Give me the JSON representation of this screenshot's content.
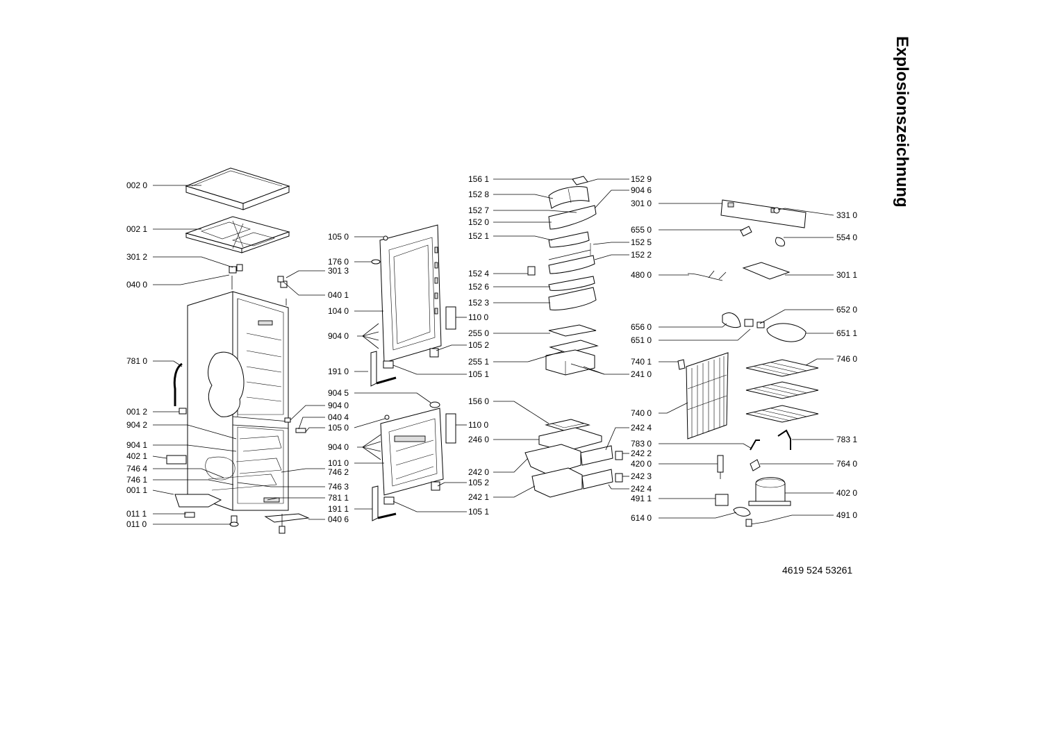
{
  "title": "Explosionszeichnung",
  "document_number": "4619 524 53261",
  "labels": [
    {
      "id": "lbl-002-0",
      "text": "002 0"
    },
    {
      "id": "lbl-002-1",
      "text": "002 1"
    },
    {
      "id": "lbl-301-2",
      "text": "301 2"
    },
    {
      "id": "lbl-040-0",
      "text": "040 0"
    },
    {
      "id": "lbl-781-0",
      "text": "781 0"
    },
    {
      "id": "lbl-001-2",
      "text": "001 2"
    },
    {
      "id": "lbl-904-2",
      "text": "904 2"
    },
    {
      "id": "lbl-904-1",
      "text": "904 1"
    },
    {
      "id": "lbl-402-1",
      "text": "402 1"
    },
    {
      "id": "lbl-746-4",
      "text": "746 4"
    },
    {
      "id": "lbl-746-1",
      "text": "746 1"
    },
    {
      "id": "lbl-001-1",
      "text": "001 1"
    },
    {
      "id": "lbl-011-1",
      "text": "011 1"
    },
    {
      "id": "lbl-011-0",
      "text": "011 0"
    },
    {
      "id": "lbl-301-3",
      "text": "301 3"
    },
    {
      "id": "lbl-040-1",
      "text": "040 1"
    },
    {
      "id": "lbl-904-0a",
      "text": "904 0"
    },
    {
      "id": "lbl-040-4",
      "text": "040 4"
    },
    {
      "id": "lbl-746-2",
      "text": "746 2"
    },
    {
      "id": "lbl-746-3",
      "text": "746 3"
    },
    {
      "id": "lbl-781-1",
      "text": "781 1"
    },
    {
      "id": "lbl-040-6",
      "text": "040 6"
    },
    {
      "id": "lbl-105-0a",
      "text": "105 0"
    },
    {
      "id": "lbl-176-0",
      "text": "176 0"
    },
    {
      "id": "lbl-104-0",
      "text": "104 0"
    },
    {
      "id": "lbl-904-0b",
      "text": "904 0"
    },
    {
      "id": "lbl-191-0",
      "text": "191 0"
    },
    {
      "id": "lbl-904-5",
      "text": "904 5"
    },
    {
      "id": "lbl-105-0b",
      "text": "105 0"
    },
    {
      "id": "lbl-904-0c",
      "text": "904 0"
    },
    {
      "id": "lbl-101-0",
      "text": "101 0"
    },
    {
      "id": "lbl-191-1",
      "text": "191 1"
    },
    {
      "id": "lbl-110-0a",
      "text": "110 0"
    },
    {
      "id": "lbl-105-2a",
      "text": "105 2"
    },
    {
      "id": "lbl-105-1a",
      "text": "105 1"
    },
    {
      "id": "lbl-110-0b",
      "text": "110 0"
    },
    {
      "id": "lbl-105-2b",
      "text": "105 2"
    },
    {
      "id": "lbl-105-1b",
      "text": "105 1"
    },
    {
      "id": "lbl-156-1",
      "text": "156 1"
    },
    {
      "id": "lbl-152-8",
      "text": "152 8"
    },
    {
      "id": "lbl-152-7",
      "text": "152 7"
    },
    {
      "id": "lbl-152-0",
      "text": "152 0"
    },
    {
      "id": "lbl-152-1",
      "text": "152 1"
    },
    {
      "id": "lbl-152-4",
      "text": "152 4"
    },
    {
      "id": "lbl-152-6",
      "text": "152 6"
    },
    {
      "id": "lbl-152-3",
      "text": "152 3"
    },
    {
      "id": "lbl-255-0",
      "text": "255 0"
    },
    {
      "id": "lbl-255-1",
      "text": "255 1"
    },
    {
      "id": "lbl-156-0",
      "text": "156 0"
    },
    {
      "id": "lbl-246-0",
      "text": "246 0"
    },
    {
      "id": "lbl-242-0",
      "text": "242 0"
    },
    {
      "id": "lbl-242-1",
      "text": "242 1"
    },
    {
      "id": "lbl-152-9",
      "text": "152 9"
    },
    {
      "id": "lbl-904-6",
      "text": "904 6"
    },
    {
      "id": "lbl-152-5",
      "text": "152 5"
    },
    {
      "id": "lbl-152-2",
      "text": "152 2"
    },
    {
      "id": "lbl-241-0",
      "text": "241 0"
    },
    {
      "id": "lbl-242-4a",
      "text": "242 4"
    },
    {
      "id": "lbl-242-2",
      "text": "242 2"
    },
    {
      "id": "lbl-242-3",
      "text": "242 3"
    },
    {
      "id": "lbl-242-4b",
      "text": "242 4"
    },
    {
      "id": "lbl-301-0",
      "text": "301 0"
    },
    {
      "id": "lbl-655-0",
      "text": "655 0"
    },
    {
      "id": "lbl-480-0",
      "text": "480 0"
    },
    {
      "id": "lbl-656-0",
      "text": "656 0"
    },
    {
      "id": "lbl-651-0",
      "text": "651 0"
    },
    {
      "id": "lbl-740-1",
      "text": "740 1"
    },
    {
      "id": "lbl-740-0",
      "text": "740 0"
    },
    {
      "id": "lbl-783-0",
      "text": "783 0"
    },
    {
      "id": "lbl-420-0",
      "text": "420 0"
    },
    {
      "id": "lbl-491-1",
      "text": "491 1"
    },
    {
      "id": "lbl-614-0",
      "text": "614 0"
    },
    {
      "id": "lbl-331-0",
      "text": "331 0"
    },
    {
      "id": "lbl-554-0",
      "text": "554 0"
    },
    {
      "id": "lbl-301-1",
      "text": "301 1"
    },
    {
      "id": "lbl-652-0",
      "text": "652 0"
    },
    {
      "id": "lbl-651-1",
      "text": "651 1"
    },
    {
      "id": "lbl-746-0",
      "text": "746 0"
    },
    {
      "id": "lbl-783-1",
      "text": "783 1"
    },
    {
      "id": "lbl-764-0",
      "text": "764 0"
    },
    {
      "id": "lbl-402-0",
      "text": "402 0"
    },
    {
      "id": "lbl-491-0",
      "text": "491 0"
    }
  ]
}
